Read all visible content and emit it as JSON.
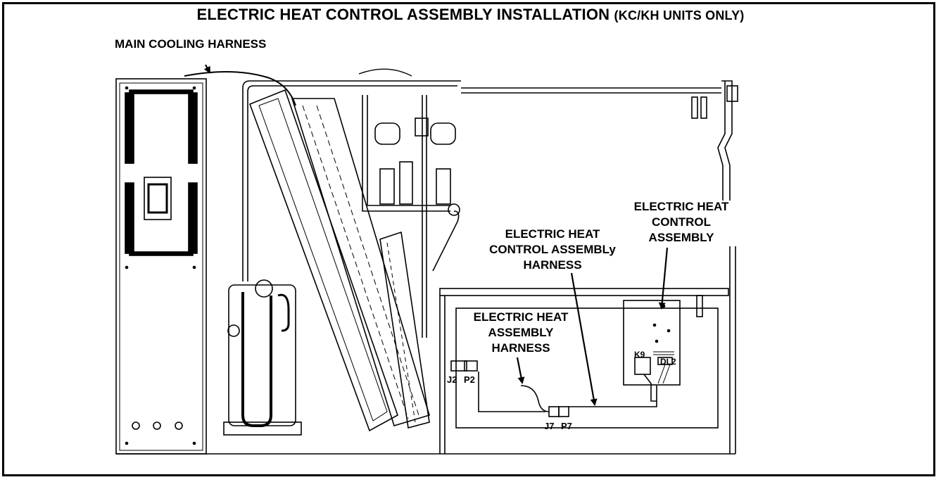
{
  "title": {
    "main": "ELECTRIC HEAT CONTROL ASSEMBLY INSTALLATION",
    "qualifier": "(KC/KH UNITS ONLY)"
  },
  "callouts": {
    "main_cooling_harness": "MAIN COOLING HARNESS",
    "ehc_assembly_line1": "ELECTRIC HEAT",
    "ehc_assembly_line2": "CONTROL",
    "ehc_assembly_line3": "ASSEMBLY",
    "ehc_harness_line1": "ELECTRIC HEAT",
    "ehc_harness_line2": "CONTROL ASSEMBLy",
    "ehc_harness_line3": "HARNESS",
    "eha_harness_line1": "ELECTRIC HEAT",
    "eha_harness_line2": "ASSEMBLY",
    "eha_harness_line3": "HARNESS"
  },
  "connectors": {
    "j2": "J2",
    "p2": "P2",
    "j7": "J7",
    "p7": "P7",
    "k9": "K9",
    "dl2": "DL2"
  },
  "colors": {
    "line": "#000000",
    "background": "#ffffff"
  }
}
